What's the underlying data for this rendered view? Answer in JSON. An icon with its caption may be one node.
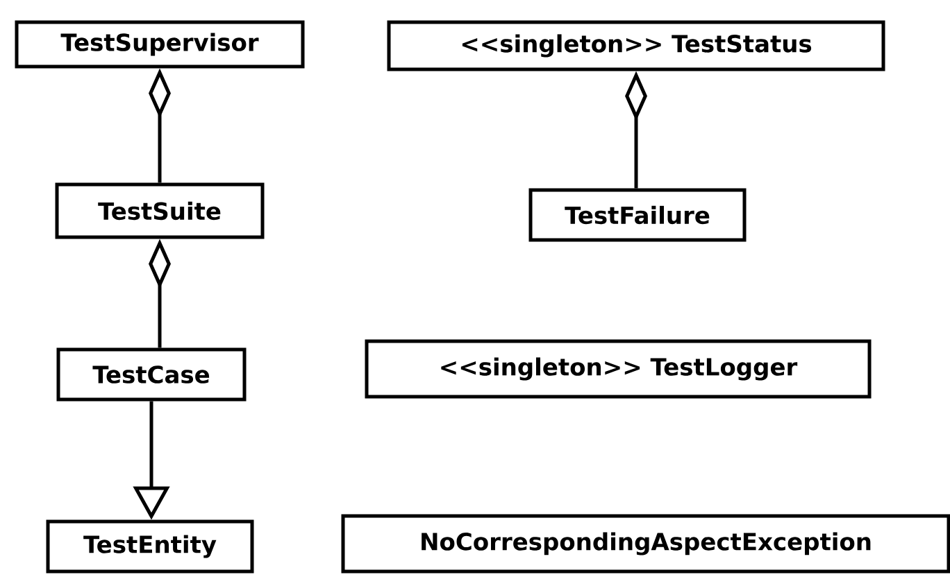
{
  "diagram": {
    "nodes": [
      {
        "text": [
          "TestSupervisor"
        ]
      },
      {
        "text": [
          "<<singleton>> TestStatus"
        ]
      },
      {
        "text": [
          "TestSuite"
        ]
      },
      {
        "text": [
          "TestFailure"
        ]
      },
      {
        "text": [
          "<<singleton>> TestLogger"
        ]
      },
      {
        "text": [
          "TestCase"
        ]
      },
      {
        "text": [
          "TestEntity"
        ]
      },
      {
        "text": [
          "NoCorrespondingAspectException"
        ]
      }
    ],
    "edges": [
      {
        "from": 0,
        "to": 2,
        "arrow": "other"
      },
      {
        "from": 1,
        "to": 3,
        "arrow": "other"
      },
      {
        "from": 2,
        "to": 5,
        "arrow": "other"
      },
      {
        "from": 5,
        "to": 6,
        "arrow": "to"
      }
    ]
  }
}
